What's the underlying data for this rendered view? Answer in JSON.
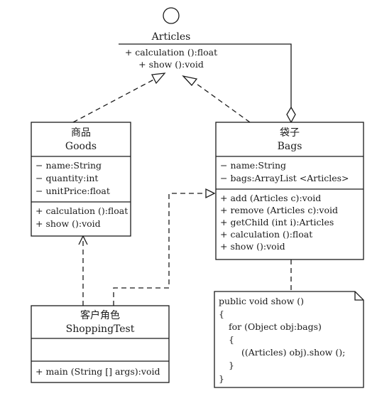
{
  "interface": {
    "name": "Articles",
    "operations": [
      "+ calculation ():float",
      "+ show ():void"
    ]
  },
  "goods": {
    "title_cn": "商品",
    "title_en": "Goods",
    "attributes": [
      "− name:String",
      "− quantity:int",
      "− unitPrice:float"
    ],
    "operations": [
      "+ calculation ():float",
      "+ show ():void"
    ]
  },
  "bags": {
    "title_cn": "袋子",
    "title_en": "Bags",
    "attributes": [
      "− name:String",
      "− bags:ArrayList <Articles>"
    ],
    "operations": [
      "+ add (Articles c):void",
      "+ remove (Articles c):void",
      "+ getChild (int i):Articles",
      "+ calculation ():float",
      "+ show ():void"
    ]
  },
  "client": {
    "title_cn": "客户角色",
    "title_en": "ShoppingTest",
    "operations": [
      "+ main (String [] args):void"
    ]
  },
  "note": {
    "lines": [
      "public void show ()",
      "{",
      "for (Object obj:bags)",
      "{",
      "((Articles) obj).show ();",
      "}",
      "}"
    ]
  }
}
